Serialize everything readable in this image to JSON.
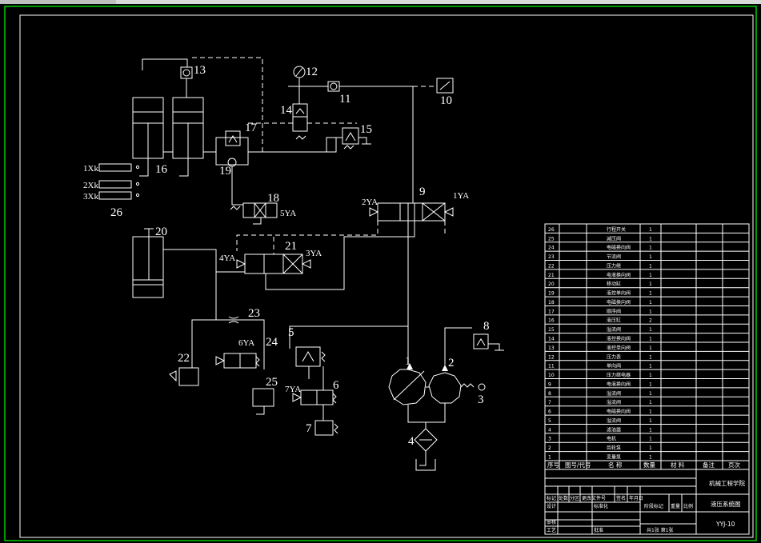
{
  "colors": {
    "background": "#000000",
    "frame": "#00ff00",
    "lines": "#ffffff",
    "titlebar": "#d9d9d9"
  },
  "labels": {
    "n1": "1",
    "n2": "2",
    "n3": "3",
    "n4": "4",
    "n5": "5",
    "n6": "6",
    "n7": "7",
    "n8": "8",
    "n9": "9",
    "n10": "10",
    "n11": "11",
    "n12": "12",
    "n13": "13",
    "n14": "14",
    "n15": "15",
    "n16": "16",
    "n17": "17",
    "n18": "18",
    "n19": "19",
    "n20": "20",
    "n21": "21",
    "n22": "22",
    "n23": "23",
    "n24": "24",
    "n25": "25",
    "n26": "26",
    "s1Xk": "1Xk",
    "s2Xk": "2Xk",
    "s3Xk": "3Xk",
    "s1YA": "1YA",
    "s2YA": "2YA",
    "s3YA": "3YA",
    "s4YA": "4YA",
    "s5YA": "5YA",
    "s6YA": "6YA",
    "s7YA": "7YA"
  },
  "parts_list": {
    "rows": [
      {
        "no": "26",
        "name": "行程开关",
        "qty": "1"
      },
      {
        "no": "25",
        "name": "减压阀",
        "qty": "1"
      },
      {
        "no": "24",
        "name": "电磁换向阀",
        "qty": "1"
      },
      {
        "no": "23",
        "name": "节流阀",
        "qty": "1"
      },
      {
        "no": "22",
        "name": "压力继",
        "qty": "1"
      },
      {
        "no": "21",
        "name": "电液换向阀",
        "qty": "1"
      },
      {
        "no": "20",
        "name": "移动缸",
        "qty": "1"
      },
      {
        "no": "19",
        "name": "液控单向阀",
        "qty": "1"
      },
      {
        "no": "18",
        "name": "电磁换向阀",
        "qty": "1"
      },
      {
        "no": "17",
        "name": "顺序阀",
        "qty": "1"
      },
      {
        "no": "16",
        "name": "液压缸",
        "qty": "2"
      },
      {
        "no": "15",
        "name": "溢流阀",
        "qty": "1"
      },
      {
        "no": "14",
        "name": "液控换向阀",
        "qty": "1"
      },
      {
        "no": "13",
        "name": "液控单向阀",
        "qty": "1"
      },
      {
        "no": "12",
        "name": "压力表",
        "qty": "1"
      },
      {
        "no": "11",
        "name": "单向阀",
        "qty": "1"
      },
      {
        "no": "10",
        "name": "压力继电器",
        "qty": "1"
      },
      {
        "no": "9",
        "name": "电液换向阀",
        "qty": "1"
      },
      {
        "no": "8",
        "name": "溢流阀",
        "qty": "1"
      },
      {
        "no": "7",
        "name": "溢流阀",
        "qty": "1"
      },
      {
        "no": "6",
        "name": "电磁换向阀",
        "qty": "1"
      },
      {
        "no": "5",
        "name": "溢流阀",
        "qty": "1"
      },
      {
        "no": "4",
        "name": "滤油器",
        "qty": "1"
      },
      {
        "no": "3",
        "name": "电机",
        "qty": "1"
      },
      {
        "no": "2",
        "name": "齿轮泵",
        "qty": "1"
      },
      {
        "no": "1",
        "name": "变量泵",
        "qty": "1"
      }
    ],
    "header": {
      "no": "序号",
      "code": "图号/代号",
      "name": "名 称",
      "qty": "数量",
      "material": "材 料",
      "note": "备注",
      "page": "页次"
    }
  },
  "title_block": {
    "school": "机械工程学院",
    "drawing_title": "液压系统图",
    "drawing_no": "YYJ-10",
    "row_mark": "标记",
    "row_count": "处数",
    "row_zone": "分区",
    "row_change": "更改文件号",
    "row_sign": "签名",
    "row_date": "年月日",
    "design": "设计",
    "standard": "标准化",
    "stage": "阶段标记",
    "weight": "重量",
    "scale": "比例",
    "review": "审核",
    "process": "工艺",
    "approve": "批准",
    "sheets": "共1张 第1张"
  }
}
